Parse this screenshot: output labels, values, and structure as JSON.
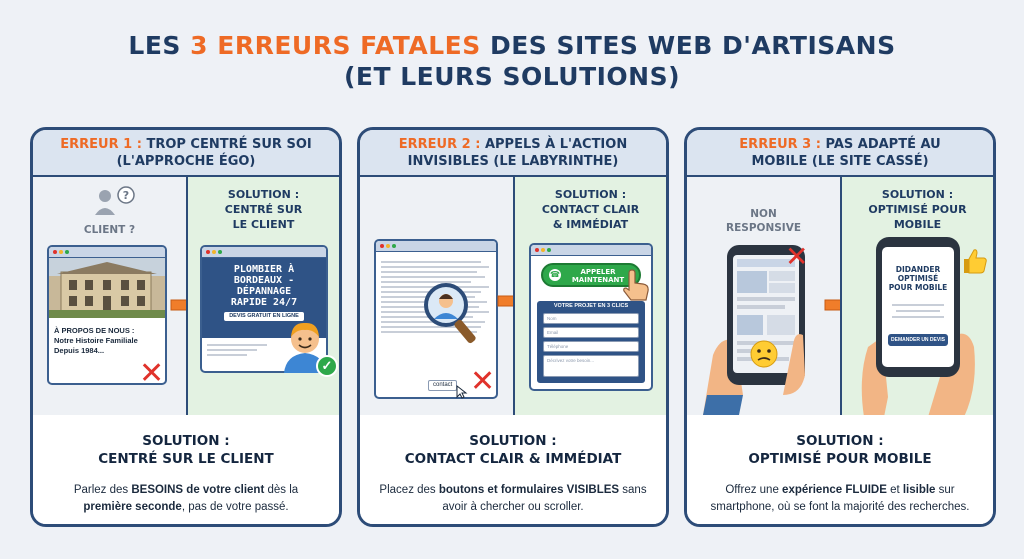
{
  "title": {
    "part1": "LES ",
    "highlight": "3 ERREURS FATALES",
    "part2": " DES SITES WEB D'ARTISANS",
    "line2": "(ET LEURS SOLUTIONS)"
  },
  "panels": [
    {
      "error_label": "ERREUR 1 :",
      "error_text_1": " TROP CENTRÉ SUR SOI",
      "error_text_2": "(L'APPROCHE ÉGO)",
      "left_label": "CLIENT ?",
      "about_lines": [
        "À PROPOS DE NOUS :",
        "Notre Histoire Familiale",
        "Depuis 1984..."
      ],
      "solution_heading": [
        "SOLUTION :",
        "CENTRÉ SUR",
        "LE CLIENT"
      ],
      "hero_text": [
        "PLOMBIER À",
        "BORDEAUX -",
        "DÉPANNAGE",
        "RAPIDE 24/7"
      ],
      "hero_button": "DEVIS GRATUIT EN LIGNE",
      "bottom_title": [
        "SOLUTION :",
        "CENTRÉ SUR LE CLIENT"
      ],
      "desc": {
        "a": "Parlez des ",
        "b": "BESOINS de votre client",
        "c": " dès la ",
        "d": "première seconde",
        "e": ", pas de votre passé."
      }
    },
    {
      "error_label": "ERREUR 2 :",
      "error_text_1": " APPELS À L'ACTION",
      "error_text_2": "INVISIBLES (LE LABYRINTHE)",
      "small_button": "contact",
      "solution_heading": [
        "SOLUTION :",
        "CONTACT CLAIR",
        "& IMMÉDIAT"
      ],
      "call_button": [
        "APPELER",
        "MAINTENANT"
      ],
      "form_title": "VOTRE PROJET EN 3 CLICS",
      "form_fields": [
        "Nom",
        "Email",
        "Téléphone",
        "Décrivez votre besoin..."
      ],
      "bottom_title": [
        "SOLUTION :",
        "CONTACT CLAIR & IMMÉDIAT"
      ],
      "desc": {
        "a": "Placez des ",
        "b": "boutons et formulaires VISIBLES",
        "c": " sans avoir à chercher ou scroller."
      }
    },
    {
      "error_label": "ERREUR 3 :",
      "error_text_1": " PAS ADAPTÉ AU",
      "error_text_2": "MOBILE (LE SITE CASSÉ)",
      "left_label": [
        "NON",
        "RESPONSIVE"
      ],
      "solution_heading": [
        "SOLUTION :",
        "OPTIMISÉ POUR",
        "MOBILE"
      ],
      "phone_text": [
        "DIDANDER",
        "OPTIMISÉ",
        "POUR MOBILE"
      ],
      "phone_button": "DEMANDER UN DEVIS",
      "bottom_title": [
        "SOLUTION :",
        "OPTIMISÉ POUR MOBILE"
      ],
      "desc": {
        "a": "Offrez une ",
        "b": "expérience FLUIDE",
        "c": " et ",
        "d": "lisible",
        "e": " sur smartphone, où se font la majorité des recherches."
      }
    }
  ],
  "colors": {
    "accent": "#ee6a25",
    "navy": "#1f3b62",
    "green": "#2ea84a",
    "red": "#e0322b"
  }
}
